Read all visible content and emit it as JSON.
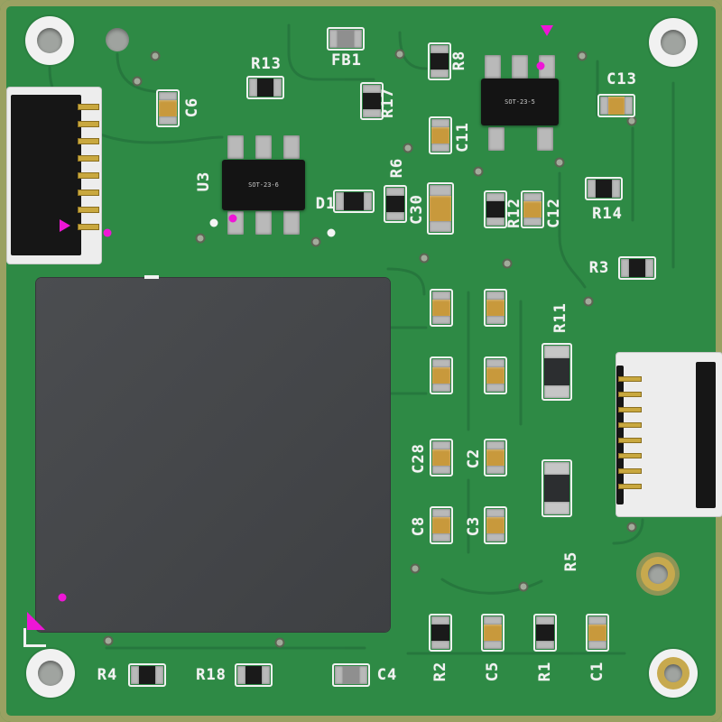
{
  "colors": {
    "board_green": "#2e8a45",
    "board_edge_olive": "#9aa162",
    "trace_green": "#26763d",
    "silkscreen_white": "#f2f2f2",
    "pad_grey": "#b9b9b9",
    "capacitor_tan": "#c8993c",
    "resistor_black": "#1a1a1a",
    "ic_black": "#141414",
    "chip_grey": "#47494c",
    "pin_gold": "#c9a83f",
    "marker_magenta": "#ee16d6"
  },
  "silkscreen": {
    "c6": "C6",
    "r13": "R13",
    "fb1": "FB1",
    "r8": "R8",
    "c13": "C13",
    "r17": "R17",
    "c11": "C11",
    "u3": "U3",
    "d1": "D1",
    "r6": "R6",
    "c30": "C30",
    "r12": "R12",
    "c12": "C12",
    "r14": "R14",
    "r3": "R3",
    "r11": "R11",
    "c28": "C28",
    "c2": "C2",
    "c8": "C8",
    "c3": "C3",
    "r5": "R5",
    "r4": "R4",
    "r18": "R18",
    "c4": "C4",
    "r2": "R2",
    "c5": "C5",
    "r1": "R1",
    "c1": "C1"
  },
  "ic_markings": {
    "u3_package": "SOT-23-6",
    "u2_package": "SOT-23-5"
  }
}
